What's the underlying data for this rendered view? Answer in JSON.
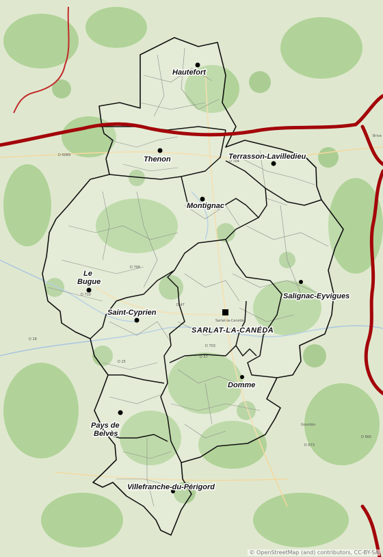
{
  "map": {
    "colors": {
      "basemap": "#dfe8cf",
      "forest": "#a9cf8f",
      "boundary_major": "#101010",
      "boundary_minor": "#8a8a8a",
      "department_border": "#a3060a"
    },
    "cantons": [
      {
        "id": "hautefort",
        "label": "Hautefort"
      },
      {
        "id": "thenon",
        "label": "Thenon"
      },
      {
        "id": "terrasson",
        "label": "Terrasson-Lavilledieu"
      },
      {
        "id": "montignac",
        "label": "Montignac"
      },
      {
        "id": "le-bugue",
        "label_line1": "Le",
        "label_line2": "Bugue"
      },
      {
        "id": "salignac",
        "label": "Salignac-Eyvigues"
      },
      {
        "id": "saint-cyprien",
        "label": "Saint-Cyprien"
      },
      {
        "id": "sarlat",
        "label": "SARLAT-LA-CANÉDA",
        "capital": "Sarlat-la-Canéda"
      },
      {
        "id": "domme",
        "label": "Domme"
      },
      {
        "id": "pays-de-belves",
        "label_line1": "Pays de",
        "label_line2": "Belvès"
      },
      {
        "id": "villefranche",
        "label": "Villefranche-du-Périgord"
      }
    ],
    "basemap_labels": [
      "Brive",
      "Gourdon"
    ],
    "road_labels": [
      "D 6089",
      "D 704",
      "D 710",
      "D 703",
      "D 706",
      "D 47",
      "D 57",
      "D 25",
      "D 28",
      "D 660",
      "D 673"
    ],
    "attribution": "© OpenStreetMap (and) contributors, CC-BY-SA"
  }
}
